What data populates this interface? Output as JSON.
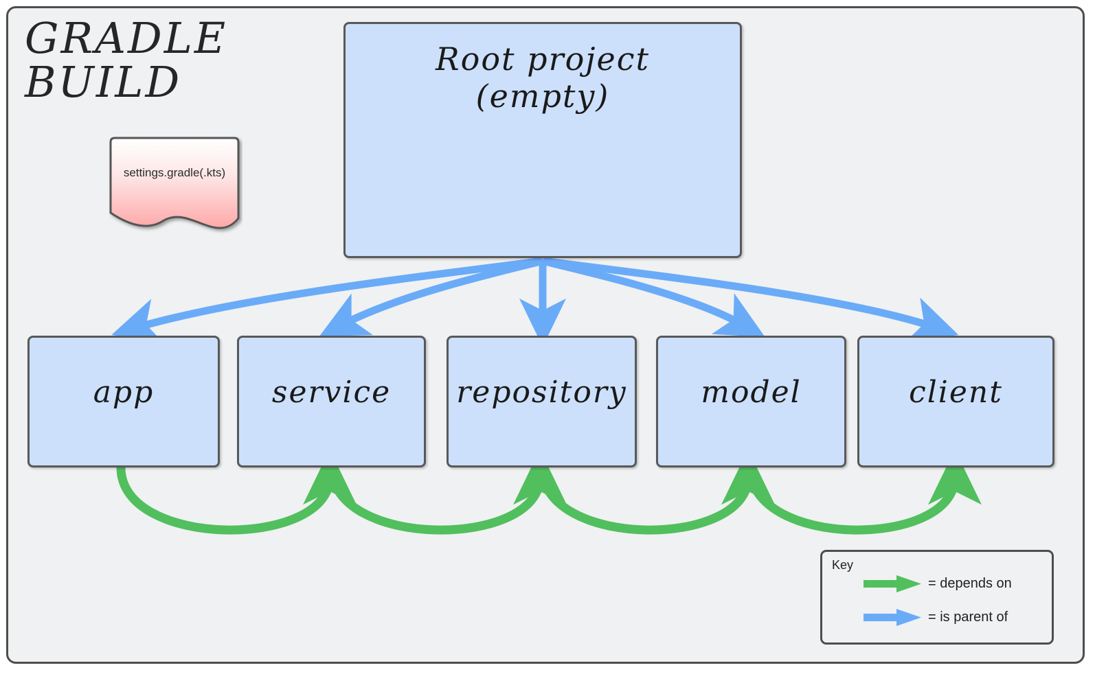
{
  "diagram": {
    "title": "GRADLE\nBUILD",
    "background_color": "#f0f1f2",
    "frame_border_color": "#4d4d4d"
  },
  "settings_doc": {
    "label": "settings.gradle(.kts)",
    "shape": "document-wavy-bottom",
    "fill_top": "#ffffff",
    "fill_bottom": "#ffaaaa"
  },
  "boxes": {
    "root": {
      "label": "Root project\n(empty)",
      "fill": "#cce0fb",
      "border": "#595959"
    },
    "leaves": [
      {
        "id": "app",
        "label": "app"
      },
      {
        "id": "service",
        "label": "service"
      },
      {
        "id": "repository",
        "label": "repository"
      },
      {
        "id": "model",
        "label": "model"
      },
      {
        "id": "client",
        "label": "client"
      }
    ]
  },
  "edges": {
    "parent_of": {
      "color": "#6aabf8",
      "from": "root",
      "to": [
        "app",
        "service",
        "repository",
        "model",
        "client"
      ]
    },
    "depends_on": {
      "color": "#51bf5e",
      "pairs": [
        {
          "from": "app",
          "to": "service"
        },
        {
          "from": "service",
          "to": "repository"
        },
        {
          "from": "repository",
          "to": "model"
        },
        {
          "from": "model",
          "to": "client"
        }
      ]
    }
  },
  "key": {
    "title": "Key",
    "rows": [
      {
        "icon": "green-arrow-icon",
        "color": "#51bf5e",
        "label": "= depends on"
      },
      {
        "icon": "blue-arrow-icon",
        "color": "#6aabf8",
        "label": "= is parent of"
      }
    ]
  }
}
